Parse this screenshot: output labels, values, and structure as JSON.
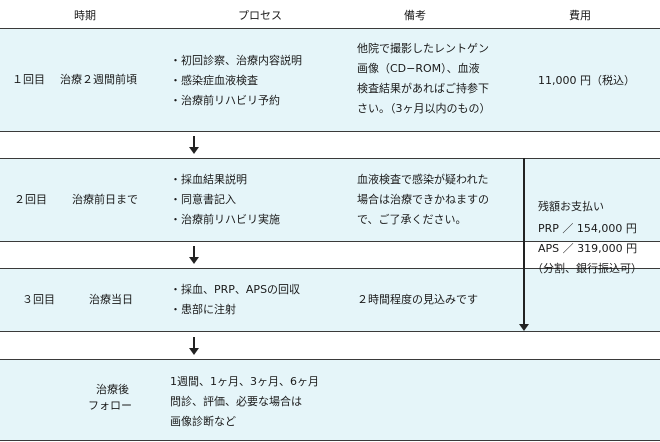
{
  "header": {
    "period": "時期",
    "process": "プロセス",
    "notes": "備考",
    "cost": "費用"
  },
  "rows": [
    {
      "visit": "１回目",
      "timing": "治療２週間前頃",
      "process": [
        "・初回診察、治療内容説明",
        "・感染症血液検査",
        "・治療前リハビリ予約"
      ],
      "notes": [
        "他院で撮影したレントゲン",
        "画像（CD−ROM）、血液",
        "検査結果があればご持参下",
        "さい。（3ヶ月以内のもの）"
      ],
      "cost": "11,000 円（税込）"
    },
    {
      "visit": "２回目",
      "timing": "治療前日まで",
      "process": [
        "・採血結果説明",
        "・同意書記入",
        "・治療前リハビリ実施"
      ],
      "notes": [
        "血液検査で感染が疑われた",
        "場合は治療できかねますの",
        "で、ご了承ください。"
      ]
    },
    {
      "visit": "３回目",
      "timing": "治療当日",
      "process": [
        "・採血、PRP、APSの回収",
        "・患部に注射"
      ],
      "notes": [
        "２時間程度の見込みです"
      ]
    },
    {
      "timing": [
        "治療後",
        "フォロー"
      ],
      "process": [
        "1週間、1ヶ月、3ヶ月、6ヶ月",
        "問診、評価、必要な場合は",
        "画像診断など"
      ]
    }
  ],
  "balance": [
    "残額お支払い",
    "PRP ／ 154,000 円",
    "APS ／ 319,000 円",
    "（分割、銀行振込可）"
  ],
  "arrow_icon": "down-arrow-icon"
}
